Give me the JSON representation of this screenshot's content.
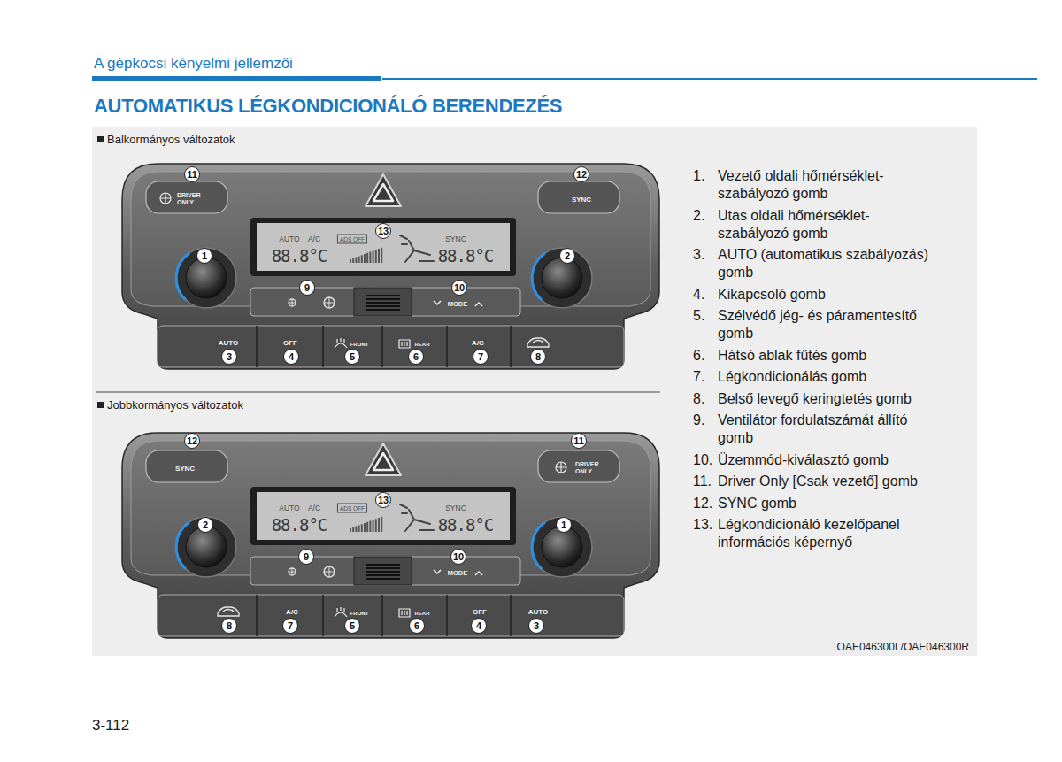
{
  "diagram": {
    "title": "AUTOMATIKUS LÉGKONDICIONÁLÓ BERENDEZÉS",
    "labels": [
      "A gépkocsi kényelmi jellemzői",
      "Balkormányos változatok",
      "11",
      "DRIVER ONLY",
      "12",
      "SYNC",
      "13",
      "AUTO",
      "A/C",
      "ADS OFF",
      "SYNC",
      "88.8°C",
      "88.8°C",
      "1",
      "2",
      "9",
      "10",
      "MODE",
      "AUTO",
      "OFF",
      "FRONT",
      "REAR",
      "A/C",
      "3",
      "4",
      "5",
      "6",
      "7",
      "8",
      "Jobbkormányos változatok",
      "12",
      "SYNC",
      "11",
      "DRIVER ONLY",
      "13",
      "AUTO",
      "A/C",
      "ADS OFF",
      "SYNC",
      "88.8°C",
      "88.8°C",
      "2",
      "1",
      "9",
      "10",
      "MODE",
      "A/C",
      "FRONT",
      "REAR",
      "OFF",
      "AUTO",
      "8",
      "7",
      "5",
      "6",
      "4",
      "3",
      "1.",
      "Vezető oldali hőmérséklet- szabályozó gomb",
      "2.",
      "Utas oldali hőmérséklet- szabályozó gomb",
      "3.",
      "AUTO (automatikus szabályozás) gomb",
      "4.",
      "Kikapcsoló gomb",
      "5.",
      "Szélvédő jég- és páramentesítő gomb",
      "6.",
      "Hátsó ablak fűtés gomb",
      "7.",
      "Légkondicionálás gomb",
      "8.",
      "Belső levegő keringtetés gomb",
      "9.",
      "Ventilátor fordulatszámát állító gomb",
      "10.",
      "Üzemmód-kiválasztó gomb",
      "11.",
      "Driver Only [Csak vezető] gomb",
      "12.",
      "SYNC gomb",
      "13.",
      "Légkondicionáló kezelőpanel információs képernyő",
      "OAE046300L/OAE046300R",
      "3-112"
    ]
  }
}
